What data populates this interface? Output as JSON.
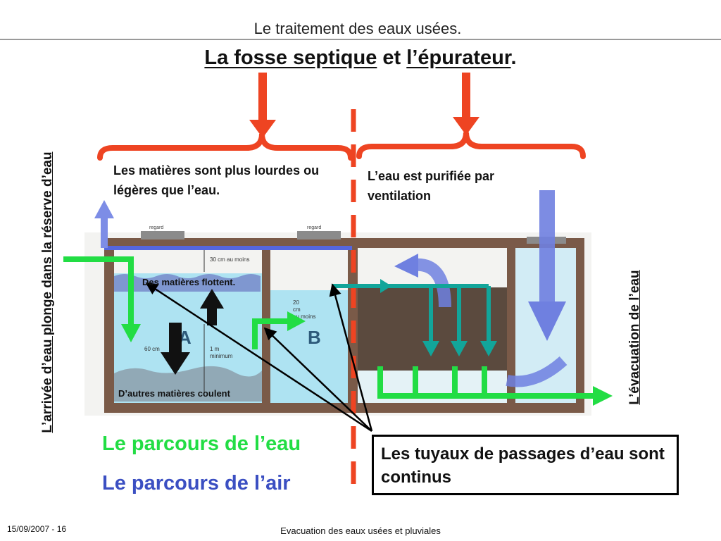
{
  "header": {
    "top_title": "Le traitement des eaux usées.",
    "title_part1": "La fosse septique",
    "title_mid": " et ",
    "title_part2": "l’épurateur",
    "title_end": "."
  },
  "labels": {
    "heavy_light": "Les matières sont plus lourdes ou légères que l’eau.",
    "purified": "L’eau est purifiée par ventilation",
    "float": "Des matières flottent.",
    "sink": "D’autres matières coulent",
    "inflow_vertical": "L’arrivée d’eau plonge dans la réserve d’eau",
    "outflow_vertical": "L’évacuation de l’eau"
  },
  "tank": {
    "letter_a": "A",
    "letter_b": "B",
    "regard_1": "regard",
    "regard_2": "regard",
    "dim_30cm": "30 cm au moins",
    "dim_20cm_1": "20",
    "dim_20cm_2": "cm",
    "dim_20cm_3": "au moins",
    "dim_60cm": "60 cm",
    "dim_1m_1": "1 m",
    "dim_1m_2": "minimum"
  },
  "legend": {
    "water_path": "Le parcours de l’eau",
    "air_path": "Le parcours de l’air"
  },
  "note": "Les tuyaux de passages d’eau sont continus",
  "footer": {
    "date_page": "15/09/2007 - 16",
    "subject": "Evacuation des eaux usées et pluviales"
  },
  "colors": {
    "water": "#22dd44",
    "air": "#5566dd",
    "brace": "#ee4422",
    "tank_wall": "#7a5a48",
    "water_fill": "#aee3f2",
    "pipe_teal": "#12a59a"
  }
}
